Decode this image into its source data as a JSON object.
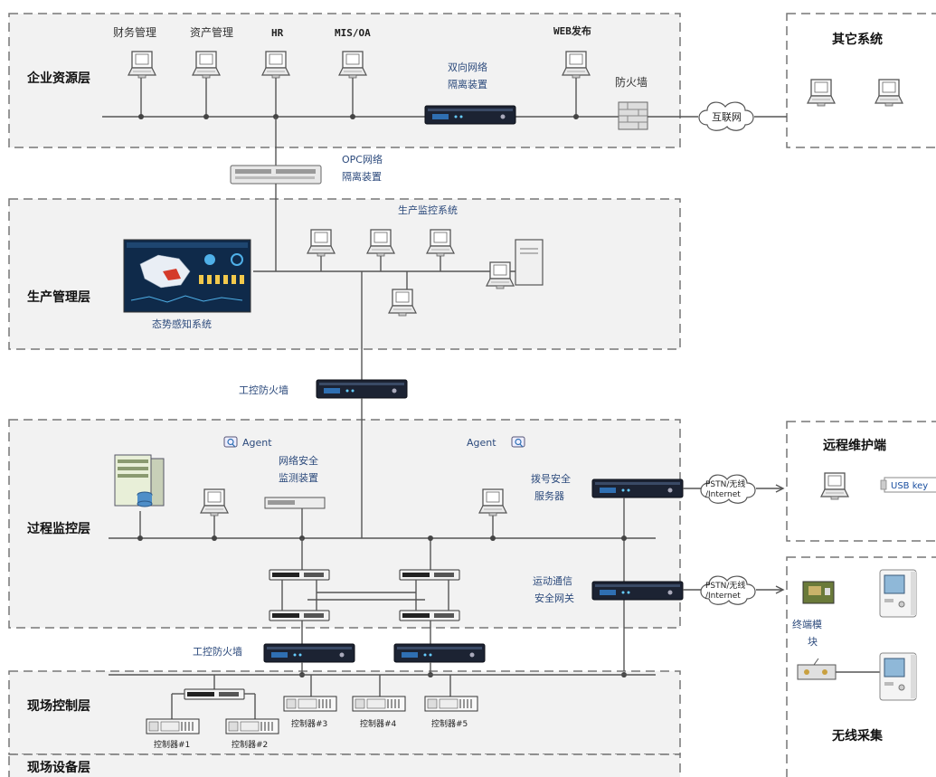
{
  "zones": {
    "enterprise": "企业资源层",
    "other": "其它系统",
    "production": "生产管理层",
    "process": "过程监控层",
    "remote": "远程维护端",
    "field_control": "现场控制层",
    "wireless": "无线采集",
    "field_device": "现场设备层"
  },
  "enterprise": {
    "finance": "财务管理",
    "asset": "资产管理",
    "hr": "HR",
    "mis": "MIS/OA",
    "web": "WEB发布",
    "isolation_1": "双向网络",
    "isolation_2": "隔离装置",
    "firewall": "防火墙",
    "internet": "互联网"
  },
  "opc": {
    "line1": "OPC网络",
    "line2": "隔离装置"
  },
  "production": {
    "monitor": "生产监控系统",
    "situation": "态势感知系统"
  },
  "ics_firewall": "工控防火墙",
  "process": {
    "agent": "Agent",
    "netmon_1": "网络安全",
    "netmon_2": "监测装置",
    "dial_1": "拨号安全",
    "dial_2": "服务器",
    "mobile_1": "运动通信",
    "mobile_2": "安全网关"
  },
  "links": {
    "pstn_1": "PSTN/无线",
    "pstn_2": "/Internet"
  },
  "remote": {
    "usb": "USB key"
  },
  "wireless": {
    "module_1": "终端模",
    "module_2": "块"
  },
  "controllers": [
    "控制器#1",
    "控制器#2",
    "控制器#3",
    "控制器#4",
    "控制器#5"
  ],
  "colors": {
    "zone_fill": "#f2f2f2",
    "zone_border": "#777777",
    "label_blue": "#2c4a7c",
    "map_bg": "#0f2a4a",
    "map_red": "#d43a2a"
  }
}
